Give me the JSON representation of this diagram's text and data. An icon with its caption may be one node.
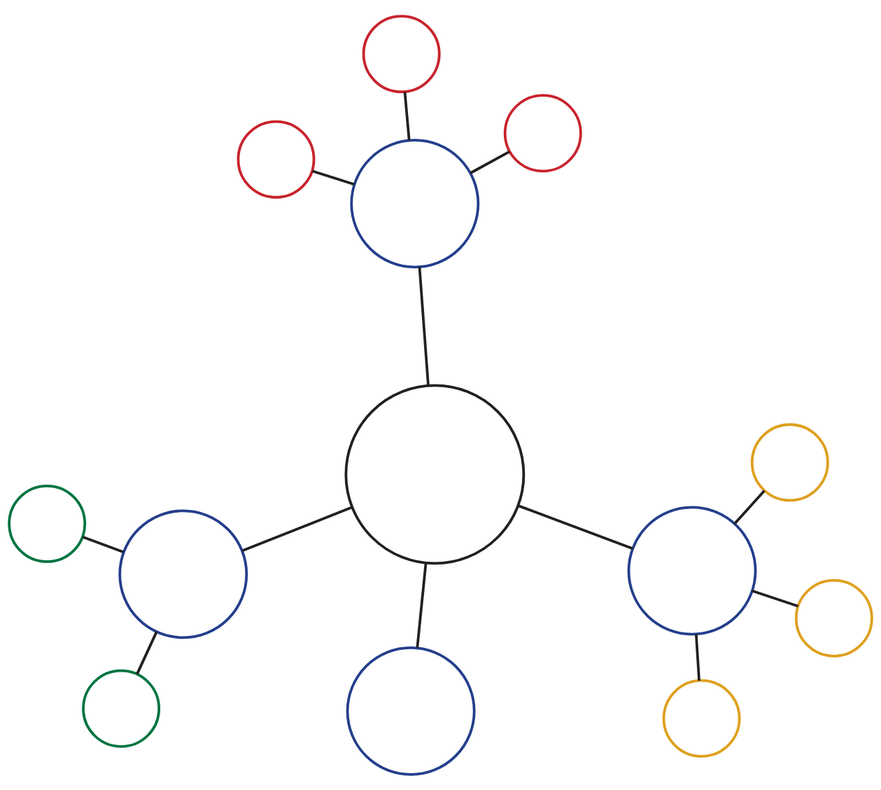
{
  "diagram": {
    "nodes": [
      {
        "text": [],
        "shape": "circle"
      },
      {
        "text": [],
        "shape": "circle"
      },
      {
        "text": [],
        "shape": "circle"
      },
      {
        "text": [],
        "shape": "circle"
      },
      {
        "text": [],
        "shape": "circle"
      },
      {
        "text": [],
        "shape": "circle"
      },
      {
        "text": [],
        "shape": "circle"
      },
      {
        "text": [],
        "shape": "circle"
      },
      {
        "text": [],
        "shape": "circle"
      },
      {
        "text": [],
        "shape": "circle"
      },
      {
        "text": [],
        "shape": "circle"
      },
      {
        "text": [],
        "shape": "circle"
      },
      {
        "text": [],
        "shape": "circle"
      }
    ],
    "edges": [
      {
        "from": 7,
        "to": 4,
        "arrow": "none"
      },
      {
        "from": 7,
        "to": 3,
        "arrow": "none"
      },
      {
        "from": 7,
        "to": 10,
        "arrow": "none"
      },
      {
        "from": 7,
        "to": 9,
        "arrow": "none"
      },
      {
        "from": 4,
        "to": 0,
        "arrow": "none"
      },
      {
        "from": 4,
        "to": 1,
        "arrow": "none"
      },
      {
        "from": 4,
        "to": 5,
        "arrow": "none"
      },
      {
        "from": 3,
        "to": 2,
        "arrow": "none"
      },
      {
        "from": 3,
        "to": 6,
        "arrow": "none"
      },
      {
        "from": 9,
        "to": 8,
        "arrow": "none"
      },
      {
        "from": 9,
        "to": 11,
        "arrow": "none"
      },
      {
        "from": 9,
        "to": 12,
        "arrow": "none"
      }
    ]
  }
}
